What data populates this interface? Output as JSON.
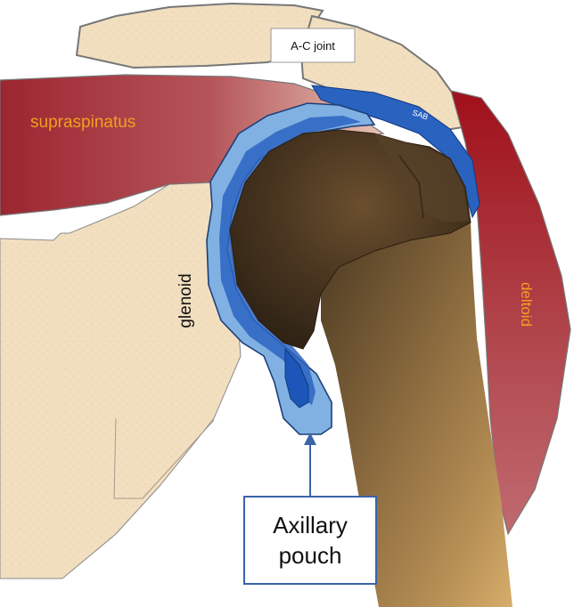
{
  "labels": {
    "ac_joint": "A-C joint",
    "sab": "SAB",
    "supraspinatus": "supraspinatus",
    "glenoid": "glenoid",
    "deltoid": "deltoid",
    "axillary_pouch": "Axillary\npouch"
  },
  "colors": {
    "bone_fill": "#f2dfc0",
    "bone_outline": "#7a7a7a",
    "muscle_dark": "#9e1f2a",
    "muscle_light": "#d9a09a",
    "capsule_light": "#7fb0e0",
    "capsule_dark": "#2a62c0",
    "humerus_dark": "#3d2c1a",
    "humerus_mid": "#7a5a36",
    "humerus_light": "#b08a55",
    "label_orange": "#f0a020",
    "callout_border": "#3b63a8"
  }
}
